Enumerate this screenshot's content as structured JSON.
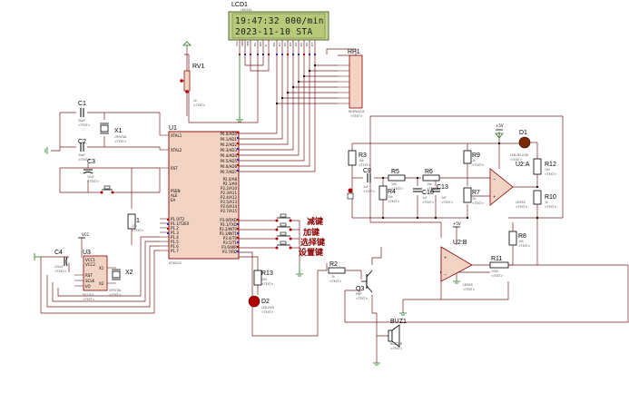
{
  "lcd": {
    "ref": "LCD1",
    "model": "LM016L",
    "line1": "19:47:32 000/min",
    "line2": "2023-11-10  STA",
    "pins_left": [
      "VSS",
      "VDD",
      "VEE",
      "RS",
      "RW",
      "E"
    ],
    "pins_right": [
      "D0",
      "D1",
      "D2",
      "D3",
      "D4",
      "D5",
      "D6",
      "D7"
    ]
  },
  "components": {
    "rp1": {
      "ref": "RP1",
      "model": "RESPACK-8"
    },
    "rv1": {
      "ref": "RV1",
      "value": "1k"
    },
    "u1": {
      "ref": "U1",
      "model": "AT89C52"
    },
    "c1": {
      "ref": "C1",
      "value": "30pF"
    },
    "c2": {
      "ref": "C2",
      "value": "30pF"
    },
    "c3": {
      "ref": "C3",
      "value": "10uF"
    },
    "x1": {
      "ref": "X1",
      "value": "CRYSTAL"
    },
    "r1": {
      "ref": "R1",
      "value": "10k"
    },
    "c4": {
      "ref": "C4",
      "value": "220uF"
    },
    "u3": {
      "ref": "U3",
      "model": "DS1302"
    },
    "x2": {
      "ref": "X2",
      "value": "CRYSTAL"
    },
    "r13": {
      "ref": "R13",
      "value": "100"
    },
    "d2": {
      "ref": "D2",
      "value": "LED-RED"
    },
    "r2": {
      "ref": "R2",
      "value": "1k"
    },
    "q3": {
      "ref": "Q3",
      "value": "PNP"
    },
    "buz1": {
      "ref": "BUZ1",
      "value": "BUZZER"
    },
    "d1": {
      "ref": "D1",
      "value": "LED-YELLOW"
    },
    "r3": {
      "ref": "R3",
      "value": "10k"
    },
    "c9": {
      "ref": "C9",
      "value": "1uF"
    },
    "r5": {
      "ref": "R5",
      "value": "10k"
    },
    "r6": {
      "ref": "R6",
      "value": "10k"
    },
    "r4": {
      "ref": "R4",
      "value": "10k"
    },
    "c10": {
      "ref": "C10",
      "value": "1uF"
    },
    "c13": {
      "ref": "C13",
      "value": "1uF"
    },
    "r9": {
      "ref": "R9",
      "value": "1k"
    },
    "r7": {
      "ref": "R7",
      "value": "1k"
    },
    "u2a": {
      "ref": "U2:A",
      "model": "LM358"
    },
    "r12": {
      "ref": "R12",
      "value": "100"
    },
    "r10": {
      "ref": "R10",
      "value": "1k"
    },
    "r8": {
      "ref": "R8",
      "value": "10k"
    },
    "u2b": {
      "ref": "U2:B",
      "model": "LM358"
    },
    "r11": {
      "ref": "R11",
      "value": "100k"
    },
    "vcc": {
      "ref": "VCC"
    },
    "plus5v_1": {
      "ref": "+5V"
    },
    "plus5v_2": {
      "ref": "+5V"
    }
  },
  "u1_pins_left": [
    "XTAL1",
    "XTAL2",
    "RST",
    "PSEN",
    "ALE",
    "EA",
    "P1.0/T2",
    "P1.1/T2EX",
    "P1.2",
    "P1.3",
    "P1.4",
    "P1.5",
    "P1.6",
    "P1.7"
  ],
  "u1_pins_right": [
    "P0.0/AD0",
    "P0.1/AD1",
    "P0.2/AD2",
    "P0.3/AD3",
    "P0.4/AD4",
    "P0.5/AD5",
    "P0.6/AD6",
    "P0.7/AD7",
    "P2.0/A8",
    "P2.1/A9",
    "P2.2/A10",
    "P2.3/A11",
    "P2.4/A12",
    "P2.5/A13",
    "P2.6/A14",
    "P2.7/A15",
    "P3.0/RXD",
    "P3.1/TXD",
    "P3.2/INT0",
    "P3.3/INT1",
    "P3.4/T0",
    "P3.5/T1",
    "P3.6/WR",
    "P3.7/RD"
  ],
  "u3_pins": [
    "VCC1",
    "VCC2",
    "RST",
    "SCLK",
    "I/O",
    "X1",
    "X2"
  ],
  "buttons": {
    "dec": "减键",
    "inc": "加键",
    "select": "选择键",
    "set": "设置键"
  },
  "text_placeholder": "<TEXT>",
  "colors": {
    "wire": "#7a1f1f",
    "body": "#000000",
    "lcd_bg": "#b9c97a",
    "lcd_frame": "#8fa35e",
    "chip_fill": "#f3d3c3",
    "chip_stroke": "#8b0000",
    "led_red": "#b00000",
    "led_yellow": "#7a2a00",
    "ground": "#1a7a1a",
    "pin_red": "#d00000",
    "pin_blue": "#2030c0"
  }
}
